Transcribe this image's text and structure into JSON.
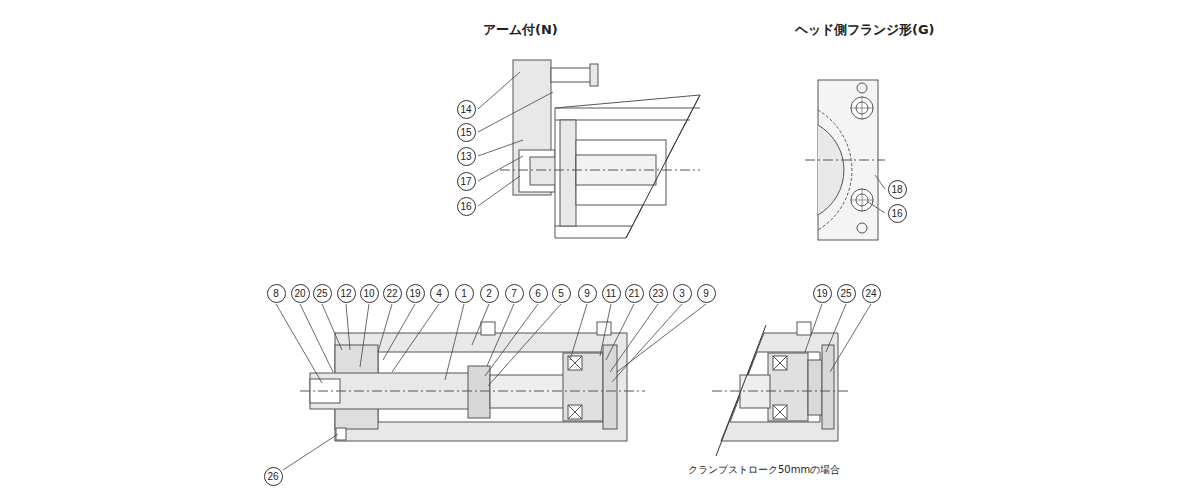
{
  "diagram": {
    "labels": [
      "アーム付(N)",
      "ヘッド側フランジ形(G)",
      "14",
      "15",
      "13",
      "17",
      "16",
      "18",
      "16",
      "8",
      "20",
      "25",
      "12",
      "10",
      "22",
      "19",
      "4",
      "1",
      "2",
      "7",
      "6",
      "5",
      "9",
      "11",
      "21",
      "23",
      "3",
      "9",
      "19",
      "25",
      "24",
      "26",
      "クランプストローク50mmの場合"
    ]
  }
}
